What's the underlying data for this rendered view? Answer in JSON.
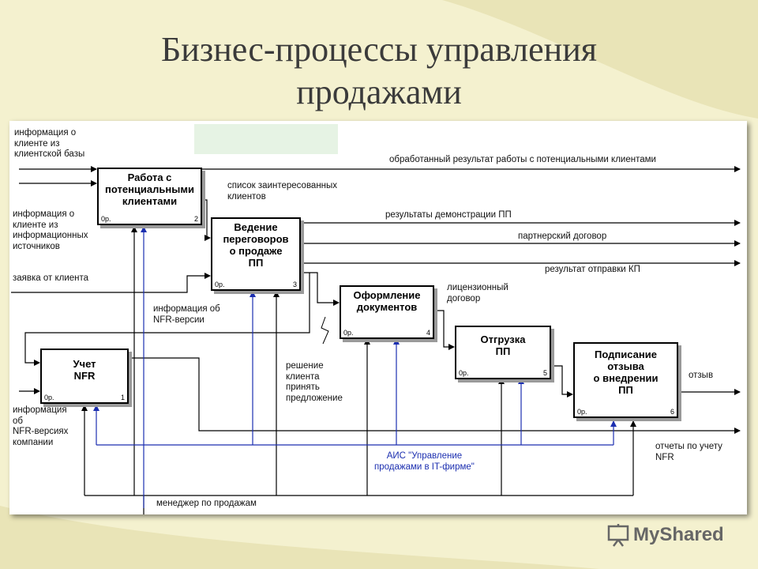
{
  "title": {
    "line1": "Бизнес-процессы управления",
    "line2": "продажами"
  },
  "boxes": [
    {
      "label": "Работа с\nпотенциальными\nклиентами",
      "op": "0р.",
      "num": "2"
    },
    {
      "label": "Ведение\nпереговоров\nо продаже\nПП",
      "op": "0р.",
      "num": "3"
    },
    {
      "label": "Оформление\nдокументов",
      "op": "0р.",
      "num": "4"
    },
    {
      "label": "Учет\nNFR",
      "op": "0р.",
      "num": "1"
    },
    {
      "label": "Отгрузка\nПП",
      "op": "0р.",
      "num": "5"
    },
    {
      "label": "Подписание\nотзыва\nо внедрении\nПП",
      "op": "0р.",
      "num": "6"
    }
  ],
  "labels": {
    "info_client_base": "информация о\nклиенте из\nклиентской базы",
    "info_client_sources": "информация о\nклиенте из\nинформационных\nисточников",
    "client_request": "заявка от клиента",
    "info_nfr": "информация об\nNFR-версии",
    "info_nfr_company": "информация\nоб\nNFR-версиях\nкомпании",
    "processed_result": "обработанный результат работы с потенциальными клиентами",
    "interested_list": "список заинтересованных\nклиентов",
    "demo_results": "результаты демонстрации ПП",
    "partner_contract": "партнерский договор",
    "kp_result": "результат отправки КП",
    "license_contract": "лицензионный\nдоговор",
    "client_decision": "решение\nклиента\nпринять\nпредложение",
    "review": "отзыв",
    "nfr_reports": "отчеты по учету\nNFR",
    "ais": "АИС \"Управление\nпродажами в IT-фирме\"",
    "sales_manager": "менеджер по продажам"
  },
  "watermark": "MyShared"
}
